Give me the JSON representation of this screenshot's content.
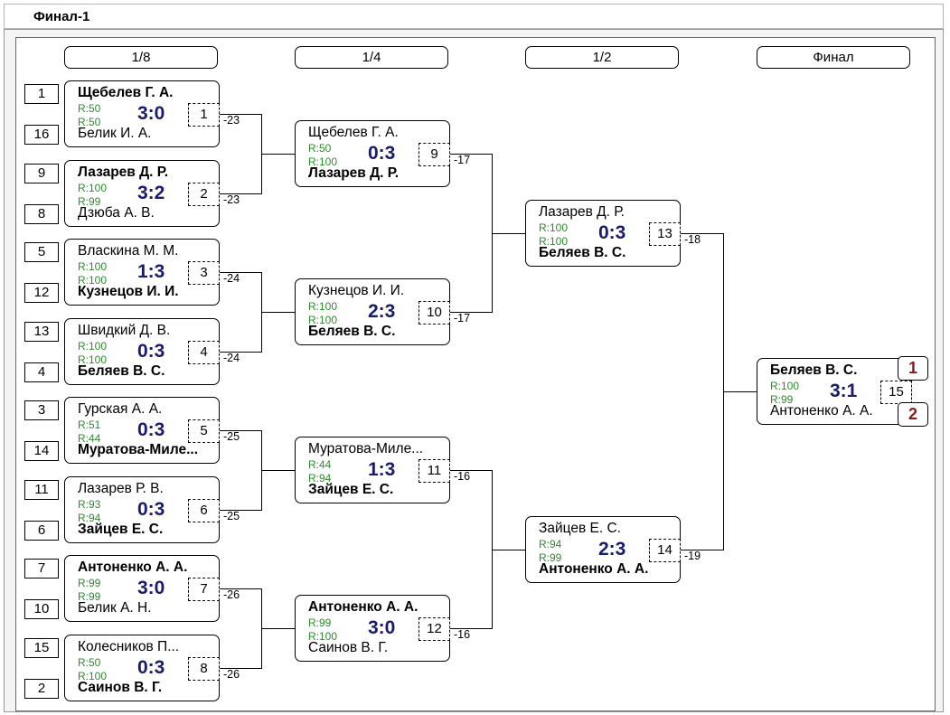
{
  "title": "Финал-1",
  "rounds": [
    "1/8",
    "1/4",
    "1/2",
    "Финал"
  ],
  "seeds": [
    "1",
    "16",
    "9",
    "8",
    "5",
    "12",
    "13",
    "4",
    "3",
    "14",
    "11",
    "6",
    "7",
    "10",
    "15",
    "2"
  ],
  "matches": [
    {
      "p1": "Щебелев Г. А.",
      "p2": "Белик И. А.",
      "r1": "R:50",
      "r2": "R:50",
      "score": "3:0",
      "num": "1",
      "loser": "-23"
    },
    {
      "p1": "Лазарев Д. Р.",
      "p2": "Дзюба А. В.",
      "r1": "R:100",
      "r2": "R:99",
      "score": "3:2",
      "num": "2",
      "loser": "-23"
    },
    {
      "p1": "Власкина М. М.",
      "p2": "Кузнецов И. И.",
      "r1": "R:100",
      "r2": "R:100",
      "score": "1:3",
      "num": "3",
      "loser": "-24"
    },
    {
      "p1": "Швидкий Д. В.",
      "p2": "Беляев В. С.",
      "r1": "R:100",
      "r2": "R:100",
      "score": "0:3",
      "num": "4",
      "loser": "-24"
    },
    {
      "p1": "Гурская А. А.",
      "p2": "Муратова-Миле...",
      "r1": "R:51",
      "r2": "R:44",
      "score": "0:3",
      "num": "5",
      "loser": "-25"
    },
    {
      "p1": "Лазарев Р. В.",
      "p2": "Зайцев Е. С.",
      "r1": "R:93",
      "r2": "R:94",
      "score": "0:3",
      "num": "6",
      "loser": "-25"
    },
    {
      "p1": "Антоненко А. А.",
      "p2": "Белик А. Н.",
      "r1": "R:99",
      "r2": "R:99",
      "score": "3:0",
      "num": "7",
      "loser": "-26"
    },
    {
      "p1": "Колесников П...",
      "p2": "Саинов В. Г.",
      "r1": "R:50",
      "r2": "R:100",
      "score": "0:3",
      "num": "8",
      "loser": "-26"
    },
    {
      "p1": "Щебелев Г. А.",
      "p2": "Лазарев Д. Р.",
      "r1": "R:50",
      "r2": "R:100",
      "score": "0:3",
      "num": "9",
      "loser": "-17"
    },
    {
      "p1": "Кузнецов И. И.",
      "p2": "Беляев В. С.",
      "r1": "R:100",
      "r2": "R:100",
      "score": "2:3",
      "num": "10",
      "loser": "-17"
    },
    {
      "p1": "Муратова-Миле...",
      "p2": "Зайцев Е. С.",
      "r1": "R:44",
      "r2": "R:94",
      "score": "1:3",
      "num": "11",
      "loser": "-16"
    },
    {
      "p1": "Антоненко А. А.",
      "p2": "Саинов В. Г.",
      "r1": "R:99",
      "r2": "R:100",
      "score": "3:0",
      "num": "12",
      "loser": "-16"
    },
    {
      "p1": "Лазарев Д. Р.",
      "p2": "Беляев В. С.",
      "r1": "R:100",
      "r2": "R:100",
      "score": "0:3",
      "num": "13",
      "loser": "-18"
    },
    {
      "p1": "Зайцев Е. С.",
      "p2": "Антоненко А. А.",
      "r1": "R:94",
      "r2": "R:99",
      "score": "2:3",
      "num": "14",
      "loser": "-19"
    },
    {
      "p1": "Беляев В. С.",
      "p2": "Антоненко А. А.",
      "r1": "R:100",
      "r2": "R:99",
      "score": "3:1",
      "num": "15",
      "loser": ""
    }
  ],
  "places": [
    "1",
    "2"
  ],
  "colors": {
    "score": "#1a1a6e",
    "rating": "#2e8b2e",
    "place": "#8b1c1c"
  }
}
